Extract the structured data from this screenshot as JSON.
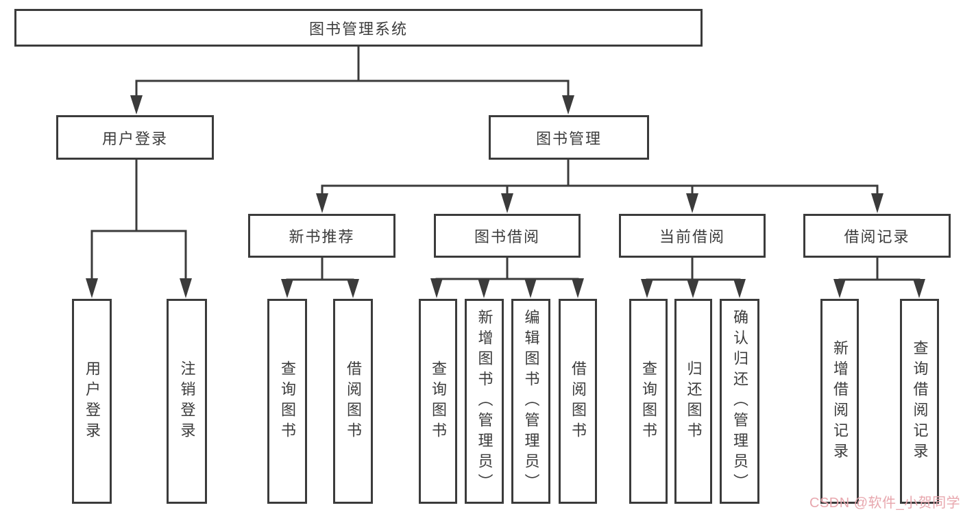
{
  "tree": {
    "label": "图书管理系统",
    "children": [
      {
        "label": "用户登录",
        "children": [
          {
            "label": "用户登录"
          },
          {
            "label": "注销登录"
          }
        ]
      },
      {
        "label": "图书管理",
        "children": [
          {
            "label": "新书推荐",
            "children": [
              {
                "label": "查询图书"
              },
              {
                "label": "借阅图书"
              }
            ]
          },
          {
            "label": "图书借阅",
            "children": [
              {
                "label": "查询图书"
              },
              {
                "label": "新增图书（管理员）"
              },
              {
                "label": "编辑图书（管理员）"
              },
              {
                "label": "借阅图书"
              }
            ]
          },
          {
            "label": "当前借阅",
            "children": [
              {
                "label": "查询图书"
              },
              {
                "label": "归还图书"
              },
              {
                "label": "确认归还（管理员）"
              }
            ]
          },
          {
            "label": "借阅记录",
            "children": [
              {
                "label": "新增借阅记录"
              },
              {
                "label": "查询借阅记录"
              }
            ]
          }
        ]
      }
    ]
  },
  "watermark": {
    "text": "CSDN @软件_小贺同学"
  },
  "colors": {
    "line": "#3b3b3b",
    "text": "#3c3c3c",
    "box_bg": "#ffffff",
    "page_bg": "#ffffff",
    "watermark": "#e8a7ae"
  }
}
